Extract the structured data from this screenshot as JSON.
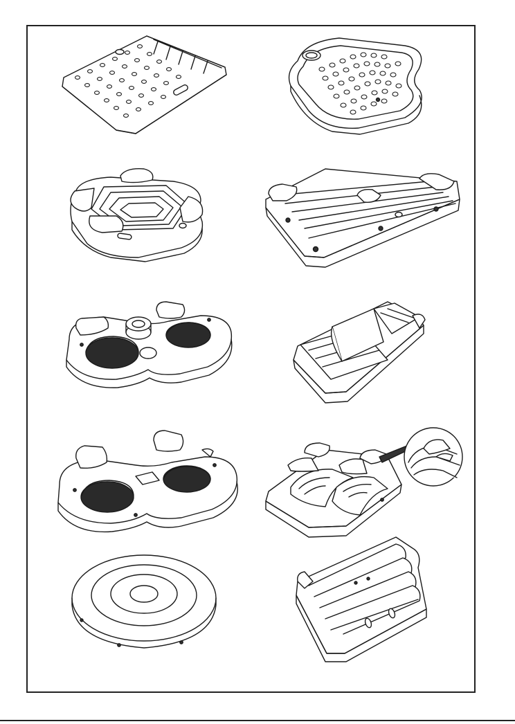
{
  "figure": {
    "panels": [
      {
        "id": "mat-with-pillows",
        "icon": "inflatable-mat-icon"
      },
      {
        "id": "lounge-pool-island",
        "icon": "inflatable-lounge-icon"
      },
      {
        "id": "hexagon-island",
        "icon": "inflatable-island-icon"
      },
      {
        "id": "floating-deck",
        "icon": "inflatable-deck-icon"
      },
      {
        "id": "double-tube-cooler",
        "icon": "inflatable-double-tube-icon"
      },
      {
        "id": "backrest-lounger",
        "icon": "inflatable-lounger-icon"
      },
      {
        "id": "double-tube-cup",
        "icon": "inflatable-double-tube-icon"
      },
      {
        "id": "dual-lounger-detail",
        "icon": "inflatable-dual-lounger-icon"
      },
      {
        "id": "round-disc",
        "icon": "inflatable-disc-icon"
      },
      {
        "id": "ridged-chair",
        "icon": "inflatable-chair-icon"
      }
    ],
    "colors": {
      "line": "#1a1a1a",
      "frame": "#222222",
      "background": "#ffffff"
    }
  }
}
